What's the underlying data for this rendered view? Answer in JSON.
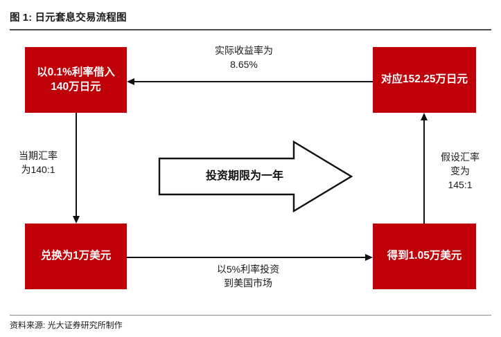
{
  "header": {
    "title": "图 1: 日元套息交易流程图"
  },
  "footer": {
    "source": "资料来源: 光大证券研究所制作"
  },
  "colors": {
    "node_fill": "#c00008",
    "node_text": "#ffffff",
    "connector": "#111111",
    "title_rule": "#4a4a4a",
    "footer_rule": "#8a8a8a"
  },
  "diagram": {
    "nodes": [
      {
        "id": "borrow-jpy",
        "label": "以0.1%利率借入140万日元",
        "position": "top-left"
      },
      {
        "id": "usd-equiv",
        "label": "对应152.25万日元",
        "position": "top-right"
      },
      {
        "id": "exchange",
        "label": "兑换为1万美元",
        "position": "bottom-left"
      },
      {
        "id": "return-usd",
        "label": "得到1.05万美元",
        "position": "bottom-right"
      }
    ],
    "edges": [
      {
        "id": "yield",
        "label": "实际收益率为\n8.65%",
        "from": "usd-equiv",
        "to": "borrow-jpy",
        "direction": "left"
      },
      {
        "id": "spot-fx",
        "label": "当期汇率\n为140:1",
        "from": "borrow-jpy",
        "to": "exchange",
        "direction": "down"
      },
      {
        "id": "invest",
        "label": "以5%利率投资\n到美国市场",
        "from": "exchange",
        "to": "return-usd",
        "direction": "right"
      },
      {
        "id": "fwd-fx",
        "label": "假设汇率\n变为\n145:1",
        "from": "return-usd",
        "to": "usd-equiv",
        "direction": "up"
      }
    ],
    "center_banner": {
      "label": "投资期限为一年",
      "shape": "block-arrow-right"
    }
  }
}
